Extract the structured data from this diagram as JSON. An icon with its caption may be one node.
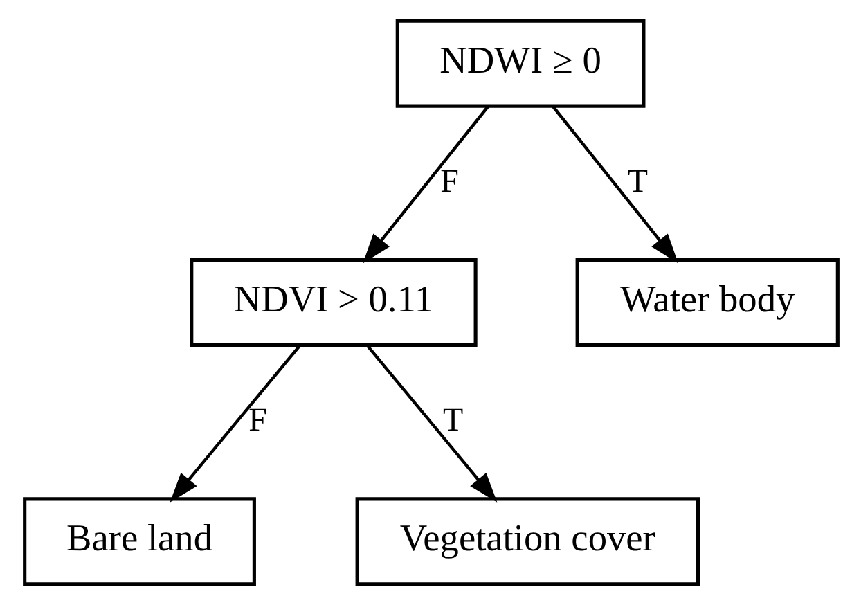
{
  "diagram": {
    "nodes": [
      {
        "text": [
          "NDWI ≥ 0"
        ]
      },
      {
        "text": [
          "NDVI > 0.11"
        ]
      },
      {
        "text": [
          "Water body"
        ]
      },
      {
        "text": [
          "Bare land"
        ]
      },
      {
        "text": [
          "Vegetation cover"
        ]
      }
    ],
    "edges": [
      {
        "from": 0,
        "to": 1,
        "arrow": "to",
        "label": "F"
      },
      {
        "from": 0,
        "to": 2,
        "arrow": "to",
        "label": "T"
      },
      {
        "from": 1,
        "to": 3,
        "arrow": "to",
        "label": "F"
      },
      {
        "from": 1,
        "to": 4,
        "arrow": "to",
        "label": "T"
      }
    ]
  }
}
